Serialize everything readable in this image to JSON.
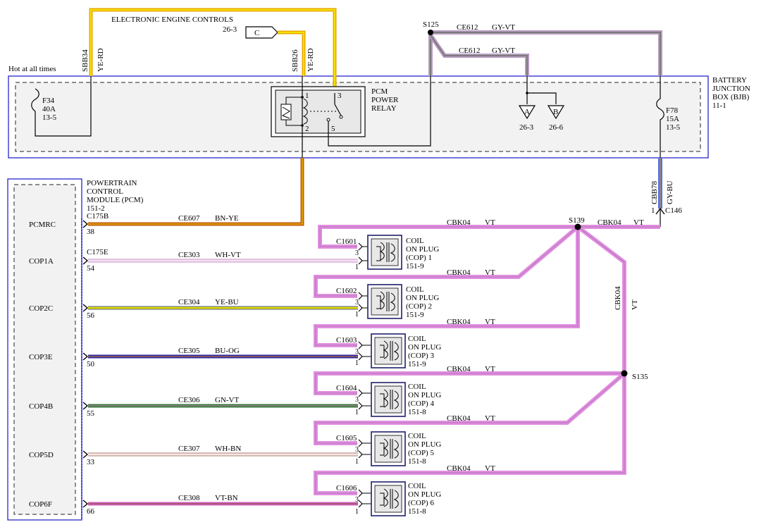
{
  "title": "ELECTRONIC ENGINE CONTROLS",
  "title_ref": "26-3",
  "connector_c": "C",
  "hot_label": "Hot at all times",
  "bjb": {
    "name": "BATTERY",
    "name2": "JUNCTION",
    "name3": "BOX (BJB)",
    "ref": "11-1"
  },
  "fuse_f34": {
    "id": "F34",
    "amps": "40A",
    "ref": "13-5"
  },
  "fuse_f78": {
    "id": "F78",
    "amps": "15A",
    "ref": "13-5"
  },
  "relay": {
    "line1": "PCM",
    "line2": "POWER",
    "line3": "RELAY",
    "pins": [
      "1",
      "3",
      "2",
      "5"
    ]
  },
  "sbb34": {
    "circuit": "SBB34",
    "color": "YE-RD"
  },
  "sbb26": {
    "circuit": "SBB26",
    "color": "YE-RD"
  },
  "splice_s125": "S125",
  "ce612_top": {
    "circuit": "CE612",
    "color": "GY-VT"
  },
  "ce612_mid": {
    "circuit": "CE612",
    "color": "GY-VT"
  },
  "ground_a": {
    "letter": "A",
    "ref": "26-3"
  },
  "ground_b": {
    "letter": "B",
    "ref": "26-6"
  },
  "cbb78": {
    "circuit": "CBB78",
    "color": "GY-BU"
  },
  "c146": {
    "id": "C146",
    "pin": "1"
  },
  "pcm": {
    "line1": "POWERTRAIN",
    "line2": "CONTROL",
    "line3": "MODULE (PCM)",
    "ref": "151-2"
  },
  "conn_c175b": "C175B",
  "conn_c175e": "C175E",
  "pcm_pins": [
    {
      "name": "PCMRC",
      "pin": "38"
    },
    {
      "name": "COP1A",
      "pin": "54"
    },
    {
      "name": "COP2C",
      "pin": "56"
    },
    {
      "name": "COP3E",
      "pin": "50"
    },
    {
      "name": "COP4B",
      "pin": "55"
    },
    {
      "name": "COP5D",
      "pin": "33"
    },
    {
      "name": "COP6F",
      "pin": "66"
    }
  ],
  "signal_wires": [
    {
      "circuit": "CE607",
      "color": "BN-YE"
    },
    {
      "circuit": "CE303",
      "color": "WH-VT"
    },
    {
      "circuit": "CE304",
      "color": "YE-BU"
    },
    {
      "circuit": "CE305",
      "color": "BU-OG"
    },
    {
      "circuit": "CE306",
      "color": "GN-VT"
    },
    {
      "circuit": "CE307",
      "color": "WH-BN"
    },
    {
      "circuit": "CE308",
      "color": "VT-BN"
    }
  ],
  "coils": [
    {
      "conn": "C1601",
      "l1": "COIL",
      "l2": "ON PLUG",
      "l3": "(COP) 1",
      "ref": "151-9"
    },
    {
      "conn": "C1602",
      "l1": "COIL",
      "l2": "ON PLUG",
      "l3": "(COP) 2",
      "ref": "151-9"
    },
    {
      "conn": "C1603",
      "l1": "COIL",
      "l2": "ON PLUG",
      "l3": "(COP) 3",
      "ref": "151-9"
    },
    {
      "conn": "C1604",
      "l1": "COIL",
      "l2": "ON PLUG",
      "l3": "(COP) 4",
      "ref": "151-8"
    },
    {
      "conn": "C1605",
      "l1": "COIL",
      "l2": "ON PLUG",
      "l3": "(COP) 5",
      "ref": "151-8"
    },
    {
      "conn": "C1606",
      "l1": "COIL",
      "l2": "ON PLUG",
      "l3": "(COP) 6",
      "ref": "151-8"
    }
  ],
  "coil_pins": {
    "power": "3",
    "signal": "1"
  },
  "cbk04": {
    "circuit": "CBK04",
    "color": "VT"
  },
  "splice_s139": "S139",
  "splice_s135": "S135",
  "wire_colors": {
    "ye_rd": "#e8a800",
    "ye_rd_stripe": "#f5e000",
    "gy_vt": "#b79bc0",
    "gy_vt_stripe": "#7a7a7a",
    "gy_bu": "#5b6fd8",
    "gy_bu_stripe": "#888888",
    "bn_ye": "#c05a10",
    "bn_ye_stripe": "#e0b000",
    "vt": "#e090e0",
    "wh_vt": "#f4e4f4",
    "wh_vt_stripe": "#c890c8",
    "ye_bu": "#e0d800",
    "ye_bu_stripe": "#505aa0",
    "bu_og": "#2a2aa0",
    "bu_og_stripe": "#e07820",
    "gn_vt": "#3a7a3a",
    "gn_vt_stripe": "#b880b8",
    "wh_bn": "#f6e8e8",
    "wh_bn_stripe": "#b08070",
    "vt_bn": "#d060c0",
    "vt_bn_stripe": "#8a5030",
    "box_blue": "#1414c8"
  }
}
